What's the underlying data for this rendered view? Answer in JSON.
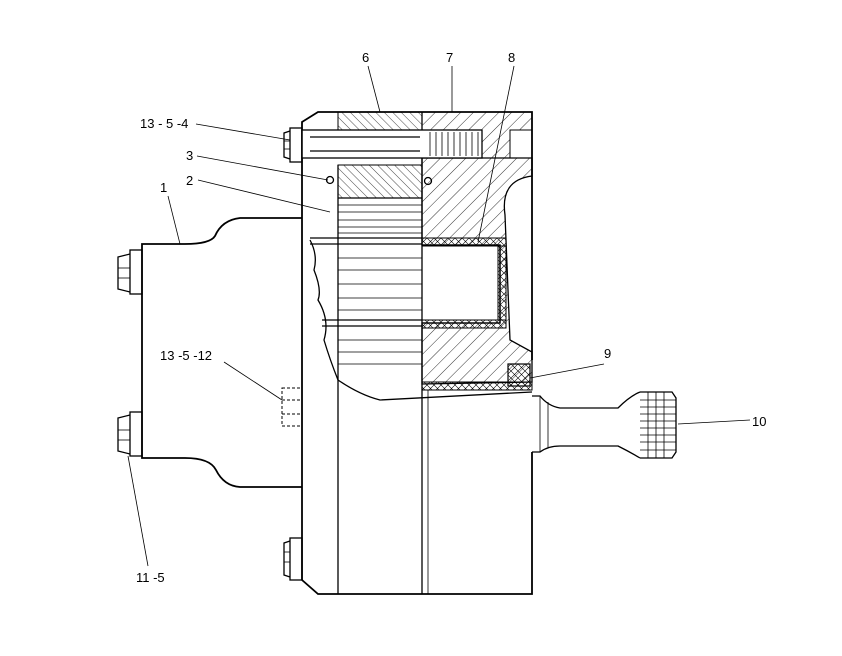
{
  "labels": {
    "part_1": "1",
    "part_2": "2",
    "part_3": "3",
    "part_6": "6",
    "part_7": "7",
    "part_8": "8",
    "part_9": "9",
    "part_10": "10",
    "part_13_5_4": "13 - 5 -4",
    "part_13_5_12": "13 -5 -12",
    "part_11_5": "11 -5"
  }
}
